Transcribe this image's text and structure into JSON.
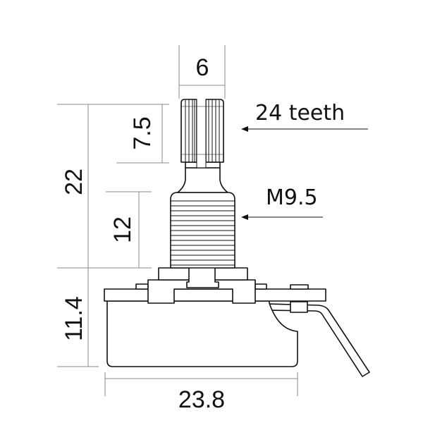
{
  "dimensions": {
    "shaft_width": "6",
    "knurl_length": "7.5",
    "total_shaft_height": "22",
    "thread_length": "12",
    "body_height": "11.4",
    "body_width": "23.8"
  },
  "callouts": {
    "teeth": "24 teeth",
    "thread": "M9.5"
  },
  "colors": {
    "line": "#111111",
    "dimension_line": "#8a8a8a"
  }
}
